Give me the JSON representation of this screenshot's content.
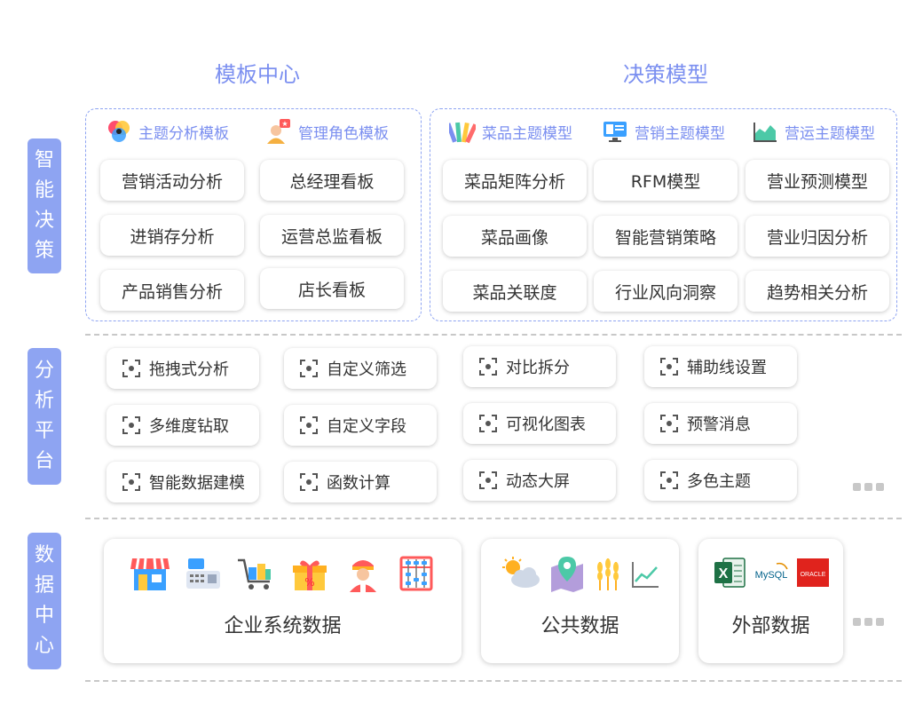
{
  "headers": {
    "template_center": "模板中心",
    "decision_model": "决策模型"
  },
  "side_labels": {
    "smart_decision": [
      "智",
      "能",
      "决",
      "策"
    ],
    "analysis_platform": [
      "分",
      "析",
      "平",
      "台"
    ],
    "data_center": [
      "数",
      "据",
      "中",
      "心"
    ]
  },
  "template_groups": [
    {
      "title": "主题分析模板",
      "icon": "color-circles-icon",
      "items": [
        "营销活动分析",
        "进销存分析",
        "产品销售分析"
      ]
    },
    {
      "title": "管理角色模板",
      "icon": "manager-avatar-icon",
      "items": [
        "总经理看板",
        "运营总监看板",
        "店长看板"
      ]
    }
  ],
  "model_groups": [
    {
      "title": "菜品主题模型",
      "icon": "swatch-fan-icon",
      "items": [
        "菜品矩阵分析",
        "菜品画像",
        "菜品关联度"
      ]
    },
    {
      "title": "营销主题模型",
      "icon": "monitor-chart-icon",
      "items": [
        "RFM模型",
        "智能营销策略",
        "行业风向洞察"
      ]
    },
    {
      "title": "营运主题模型",
      "icon": "area-chart-icon",
      "items": [
        "营业预测模型",
        "营业归因分析",
        "趋势相关分析"
      ]
    }
  ],
  "platform_features": [
    [
      "拖拽式分析",
      "多维度钻取",
      "智能数据建模"
    ],
    [
      "自定义筛选",
      "自定义字段",
      "函数计算"
    ],
    [
      "对比拆分",
      "可视化图表",
      "动态大屏"
    ],
    [
      "辅助线设置",
      "预警消息",
      "多色主题"
    ]
  ],
  "data_sources": [
    {
      "label": "企业系统数据",
      "icons": [
        "storefront-icon",
        "cash-register-icon",
        "shopping-cart-icon",
        "gift-box-icon",
        "chef-icon",
        "abacus-icon"
      ]
    },
    {
      "label": "公共数据",
      "icons": [
        "weather-icon",
        "map-pin-icon",
        "wheat-icon",
        "line-chart-icon"
      ]
    },
    {
      "label": "外部数据",
      "icons": [
        "excel-icon",
        "mysql-icon",
        "oracle-icon"
      ]
    }
  ],
  "logo_text": {
    "excel": "X",
    "mysql": "MySQL",
    "oracle": "ORACLE"
  },
  "colors": {
    "accent": "#7b8ff0",
    "side_label_bg": "#8ea4f2",
    "dash": "#8ea4f2",
    "divider": "#c8c8c8"
  }
}
